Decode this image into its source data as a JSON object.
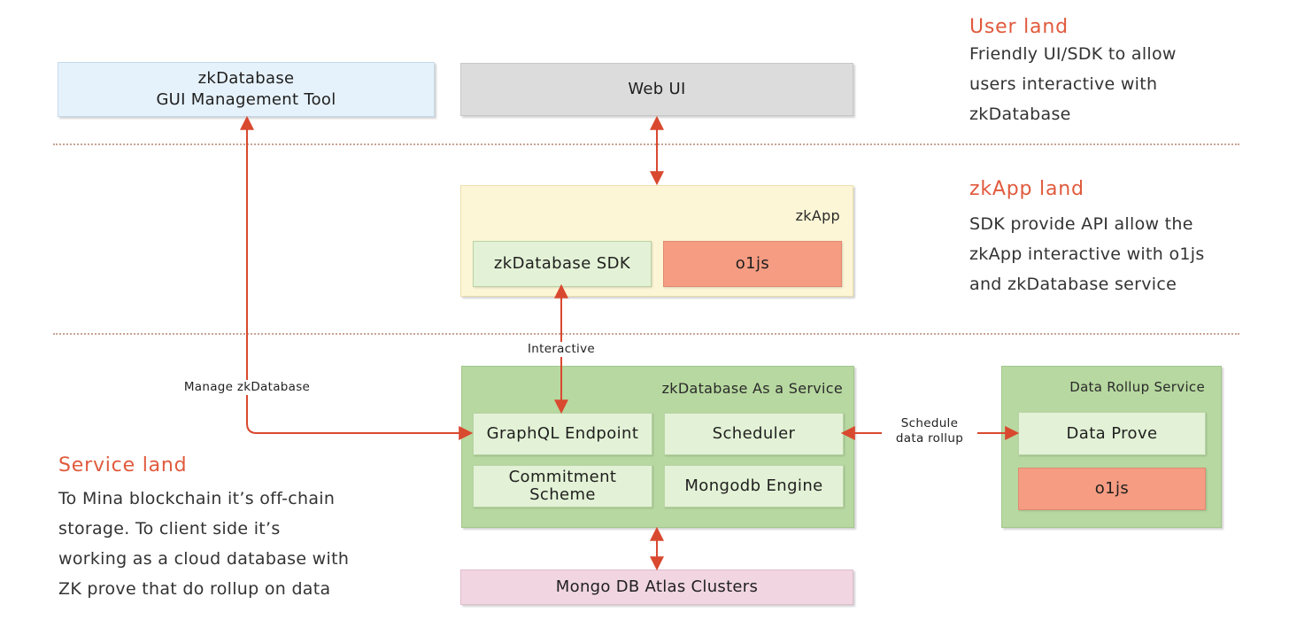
{
  "top": {
    "gui_tool_line1": "zkDatabase",
    "gui_tool_line2": "GUI Management Tool",
    "web_ui": "Web UI"
  },
  "zkapp": {
    "title": "zkApp",
    "sdk": "zkDatabase SDK",
    "o1js": "o1js"
  },
  "service": {
    "title": "zkDatabase As a Service",
    "graphql": "GraphQL Endpoint",
    "scheduler": "Scheduler",
    "commitment_line1": "Commitment",
    "commitment_line2": "Scheme",
    "mongodb_engine": "Mongodb Engine"
  },
  "rollup": {
    "title": "Data Rollup Service",
    "data_prove": "Data Prove",
    "o1js": "o1js"
  },
  "mongo_atlas": "Mongo DB Atlas Clusters",
  "labels": {
    "interactive": "Interactive",
    "manage": "Manage zkDatabase",
    "schedule_line1": "Schedule",
    "schedule_line2": "data rollup"
  },
  "lands": {
    "user": {
      "title": "User land",
      "lines": [
        "Friendly UI/SDK to allow",
        "users interactive with",
        "zkDatabase"
      ]
    },
    "zkapp": {
      "title": "zkApp land",
      "lines": [
        "SDK provide API allow the",
        "zkApp interactive with o1js",
        "and zkDatabase service"
      ]
    },
    "service": {
      "title": "Service land",
      "lines": [
        "To Mina blockchain it’s off-chain",
        "storage. To client side it’s",
        "working as a cloud database with",
        "ZK prove that do rollup on data"
      ]
    }
  },
  "colors": {
    "accent": "#e05a3d",
    "arrow": "#d9492f",
    "gui_box": "#e6f2fb",
    "web_ui_box": "#dcdcdc",
    "zkapp_panel": "#fdf6d6",
    "service_panel": "#b7d8a0",
    "mongo_box": "#f1d6e1"
  }
}
